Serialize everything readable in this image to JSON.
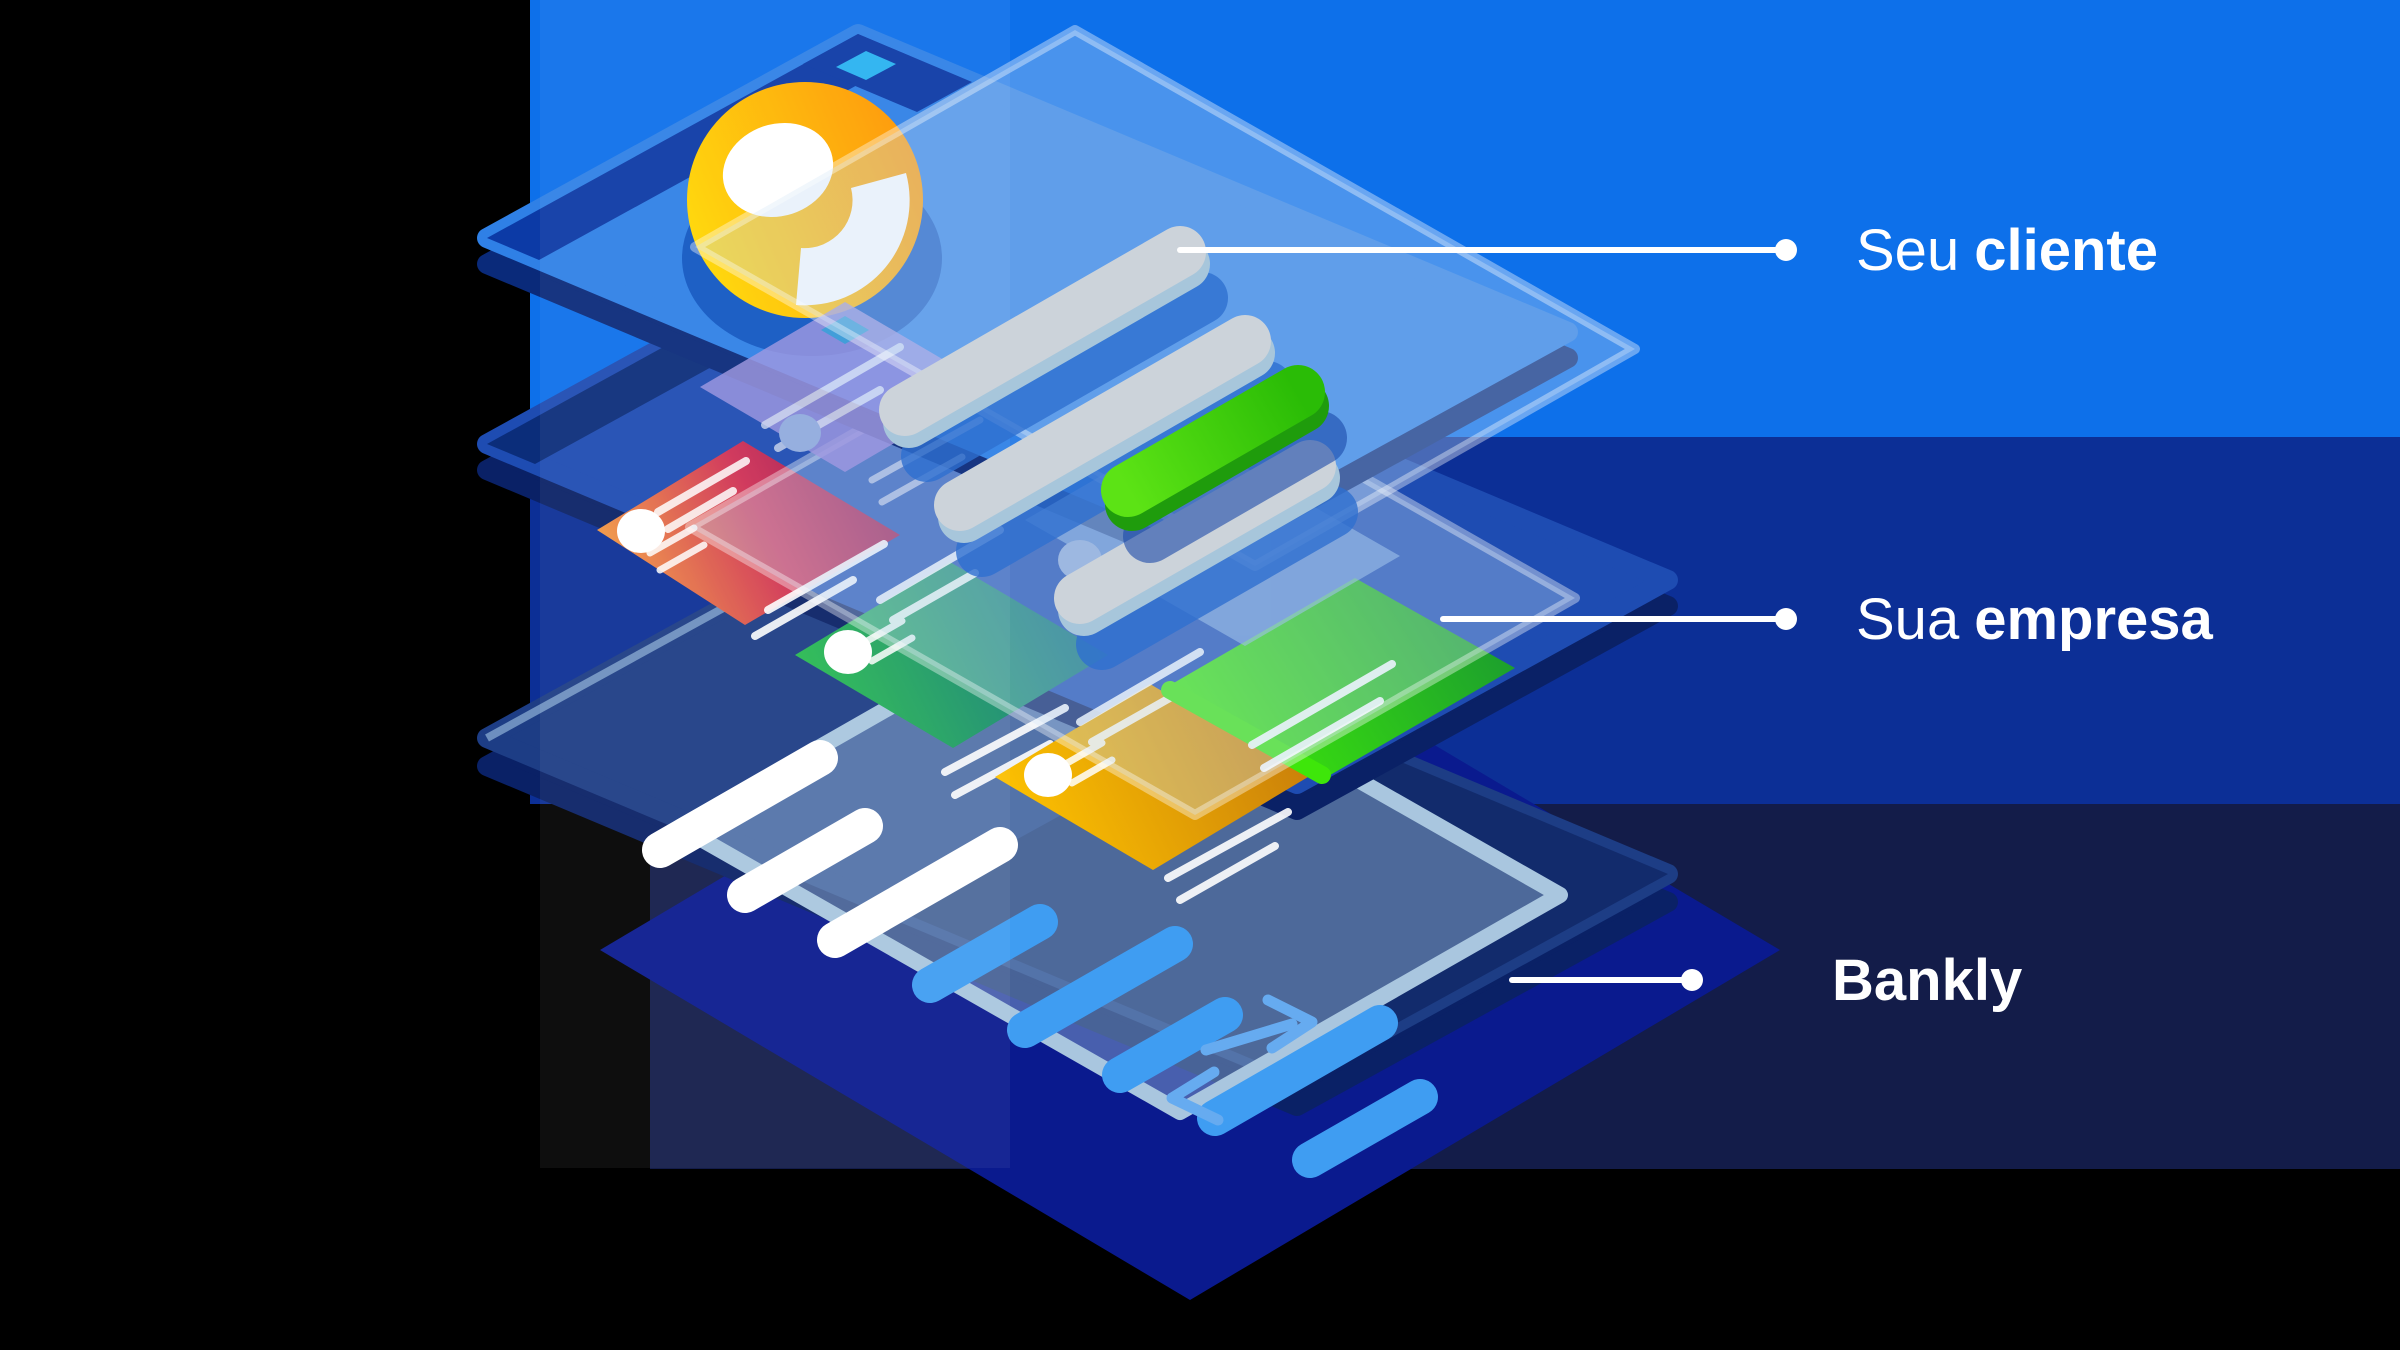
{
  "figure": {
    "type": "layered-isometric-diagram",
    "description": "Three stacked isometric app screens connected by leader lines to three labels on colored bands"
  },
  "labels": {
    "client": {
      "prefix": "Seu",
      "bold": "cliente"
    },
    "company": {
      "prefix": "Sua",
      "bold": "empresa"
    },
    "platform": {
      "prefix": "",
      "bold": "Bankly"
    }
  },
  "icons": {
    "avatar": "user-avatar-icon",
    "camera": "camera-diamond-icon",
    "code": "code-brackets-icon",
    "chart": "bar-chart-icon",
    "pills": "text-placeholder-pills"
  },
  "colors": {
    "backdrop": "#000000",
    "band_client": "#0d70ea",
    "band_company": "#0c2f96",
    "band_bankly": "#131c49",
    "silhouette": "#0a1a8e",
    "card_client": "#2f80e6",
    "card_company": "#1e4cb2",
    "card_platform": "#1d3d85",
    "card_platform_dark": "#0f2765",
    "status_strip": "#0c3aa6",
    "camera_cyan": "#29b2f1",
    "avatar_orange_1": "#ffd800",
    "avatar_orange_2": "#fe9400",
    "avatar_disc": "#1157c2",
    "pill_gray": "#ccd3da",
    "pill_green_1": "#5ce315",
    "pill_green_2": "#2abc06",
    "bar_white": "#ffffff",
    "bar_blue": "#3f9df2",
    "photo_red_1": "#f5a440",
    "photo_red_2": "#8e1050",
    "photo_teal_1": "#2bbf4e",
    "photo_teal_2": "#0d6a85",
    "photo_orange_1": "#ffc400",
    "photo_orange_2": "#c87d0a",
    "card_green_1": "#3ce60b",
    "card_green_2": "#1c9e2e",
    "card_purple": "#9a93e0",
    "code_icon": "#66abf0",
    "leader": "#ffffff",
    "label_text": "#ffffff"
  }
}
